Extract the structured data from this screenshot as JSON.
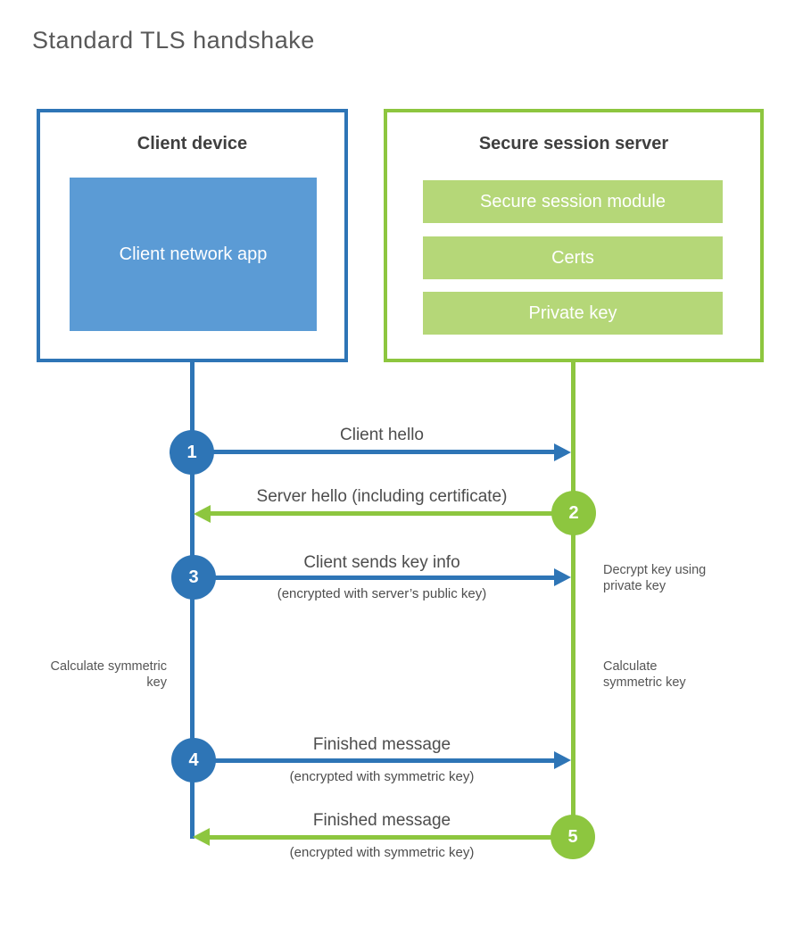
{
  "page": {
    "title": "Standard TLS handshake"
  },
  "colors": {
    "client_accent": "#2e75b6",
    "client_fill": "#5b9bd5",
    "server_accent": "#8dc63f",
    "server_fill": "#b5d778",
    "heading_text": "#3f3f3f",
    "label_text": "#4d4d4d"
  },
  "client": {
    "title": "Client device",
    "app": "Client network app"
  },
  "server": {
    "title": "Secure session server",
    "modules": [
      "Secure session module",
      "Certs",
      "Private key"
    ]
  },
  "steps": [
    {
      "number": "1",
      "label": "Client hello",
      "sublabel": "",
      "from": "client",
      "to": "server"
    },
    {
      "number": "2",
      "label": "Server hello (including certificate)",
      "sublabel": "",
      "from": "server",
      "to": "client"
    },
    {
      "number": "3",
      "label": "Client sends key info",
      "sublabel": "(encrypted with server’s public key)",
      "from": "client",
      "to": "server"
    },
    {
      "number": "4",
      "label": "Finished message",
      "sublabel": "(encrypted with symmetric key)",
      "from": "client",
      "to": "server"
    },
    {
      "number": "5",
      "label": "Finished message",
      "sublabel": "(encrypted with symmetric key)",
      "from": "server",
      "to": "client"
    }
  ],
  "notes": {
    "decrypt": "Decrypt key using private key",
    "calc_left": "Calculate symmetric key",
    "calc_right": "Calculate symmetric key"
  }
}
